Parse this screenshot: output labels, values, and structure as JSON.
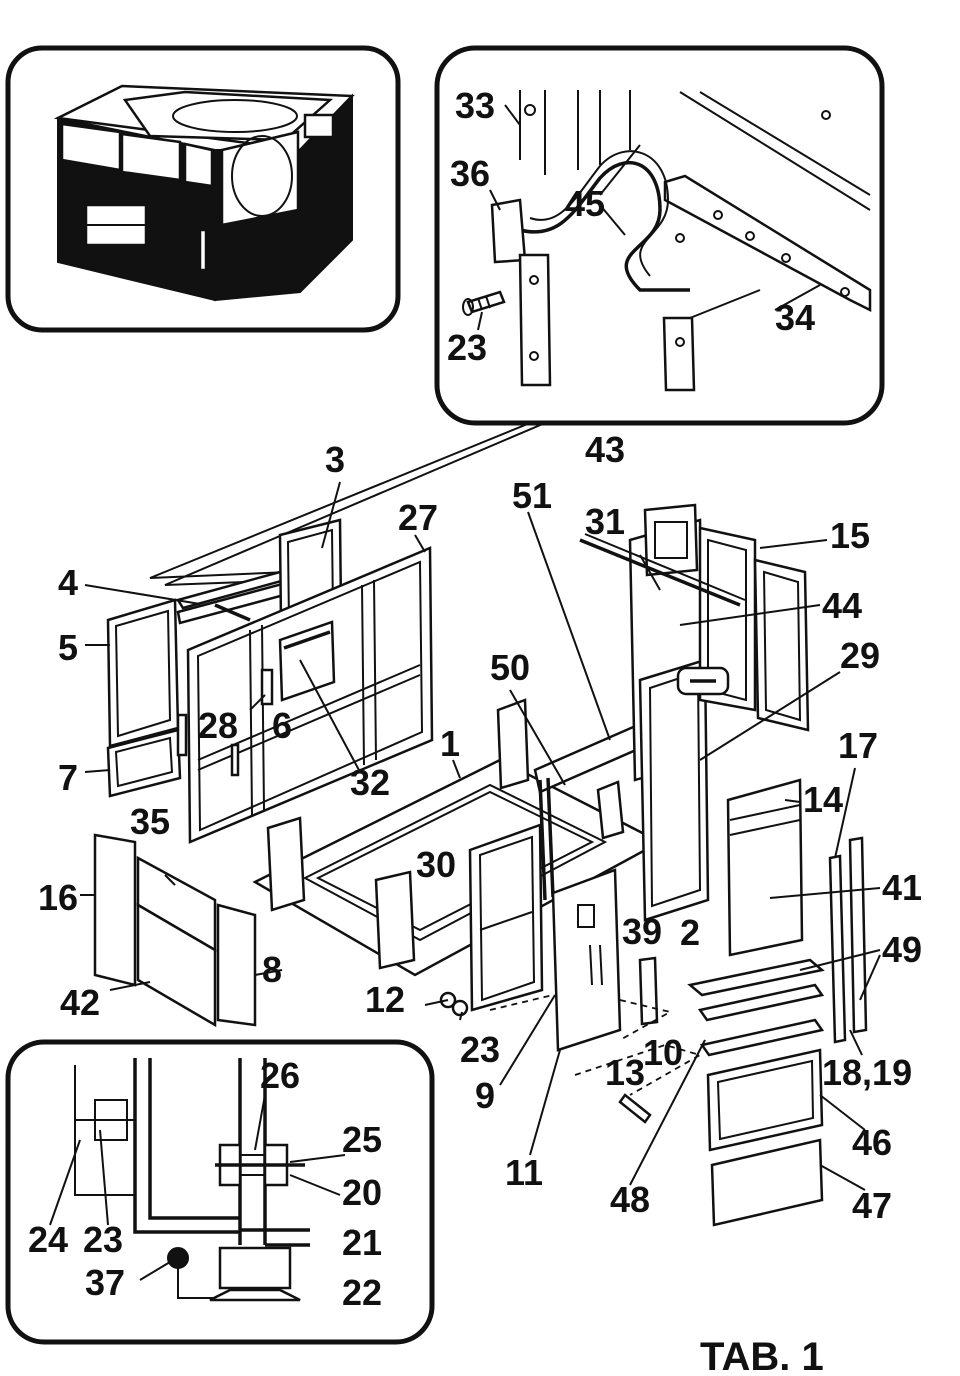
{
  "title": "TAB. 1",
  "callouts": {
    "c1": "1",
    "c2": "2",
    "c3": "3",
    "c4": "4",
    "c5": "5",
    "c6": "6",
    "c7": "7",
    "c8": "8",
    "c9": "9",
    "c10": "10",
    "c11": "11",
    "c12": "12",
    "c13": "13",
    "c14": "14",
    "c15": "15",
    "c16": "16",
    "c17": "17",
    "c18_19": "18,19",
    "c20": "20",
    "c21": "21",
    "c22": "22",
    "c23a": "23",
    "c23b": "23",
    "c23c": "23",
    "c24": "24",
    "c25": "25",
    "c26": "26",
    "c27": "27",
    "c28": "28",
    "c29": "29",
    "c30": "30",
    "c31": "31",
    "c32": "32",
    "c33": "33",
    "c34": "34",
    "c35": "35",
    "c36": "36",
    "c37": "37",
    "c39": "39",
    "c41": "41",
    "c42": "42",
    "c43": "43",
    "c44": "44",
    "c45": "45",
    "c46": "46",
    "c47": "47",
    "c48": "48",
    "c49": "49",
    "c50": "50",
    "c51": "51"
  }
}
